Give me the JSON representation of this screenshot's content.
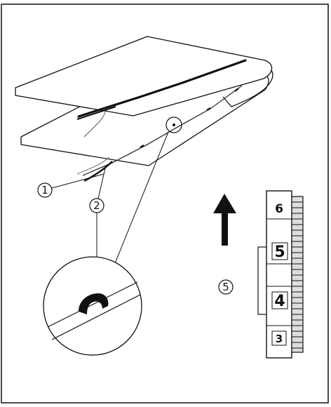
{
  "callouts": {
    "c1": "1",
    "c2": "2",
    "c5": "5"
  },
  "dial": {
    "numbers": [
      "6",
      "5",
      "4",
      "3"
    ]
  },
  "arrow": {
    "direction": "up"
  },
  "colors": {
    "ink": "#111111",
    "paper": "#ffffff",
    "fabric_edge": "#222222",
    "dial_fill": "#e9e9e9"
  },
  "icons": {
    "arrow": "arrow-up-icon",
    "dial": "tension-dial-icon",
    "magnifier": "magnified-detail-circle"
  }
}
